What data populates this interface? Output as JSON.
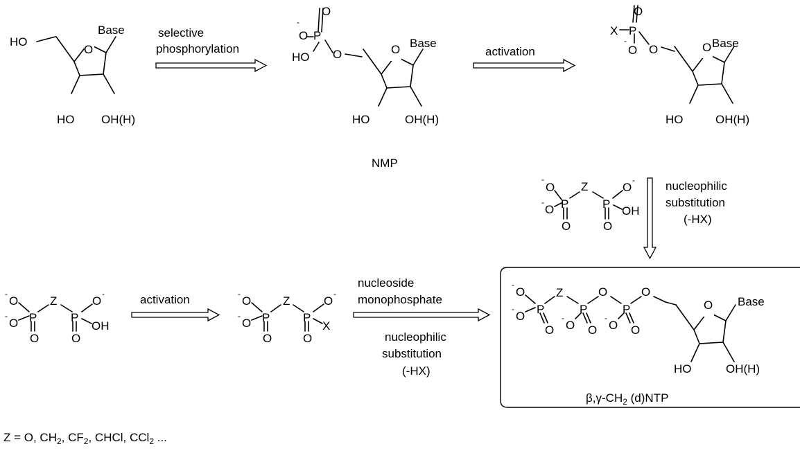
{
  "labels": {
    "base": "Base",
    "ho": "HO",
    "oh_h": "OH(H)",
    "o": "O",
    "p": "P",
    "x": "X",
    "z": "Z",
    "oh": "OH",
    "minus": "-"
  },
  "arrows": {
    "step1_line1": "selective",
    "step1_line2": "phosphorylation",
    "step2": "activation",
    "step3_line1": "nucleophilic",
    "step3_line2": "substitution",
    "step3_line3": "(-HX)",
    "step4": "activation",
    "step5_line1": "nucleoside",
    "step5_line2": "monophosphate",
    "step5_line3": "nucleophilic",
    "step5_line4": "substitution",
    "step5_line5": "(-HX)"
  },
  "compounds": {
    "nmp": "NMP",
    "product_prefix": "β,γ-CH",
    "product_sub": "2",
    "product_suffix": " (d)NTP"
  },
  "footnote": {
    "start": "Z = O, CH",
    "sub1": "2",
    "mid1": ", CF",
    "sub2": "2",
    "mid2": ", CHCl, CCl",
    "sub3": "2",
    "end": " ..."
  }
}
